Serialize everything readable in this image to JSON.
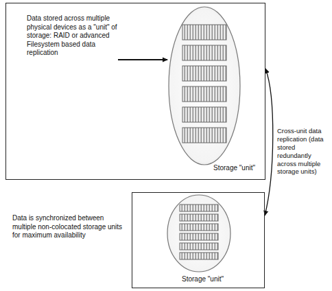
{
  "diagram": {
    "nodes": [
      {
        "text": [
          "Data stored across multiple physical devices as a \"unit\" of storage: RAID or advanced Filesystem based data replication",
          "Storage \"unit\""
        ]
      },
      {
        "text": [
          "Storage \"unit\""
        ]
      }
    ],
    "edges": [
      {
        "from": 0,
        "to": 1,
        "arrow": "both",
        "label": "Cross-unit data replication (data stored redundantly across multiple storage units)"
      }
    ],
    "labels": [
      "Data is synchronized between multiple non-colocated storage units for maximum availability"
    ]
  }
}
